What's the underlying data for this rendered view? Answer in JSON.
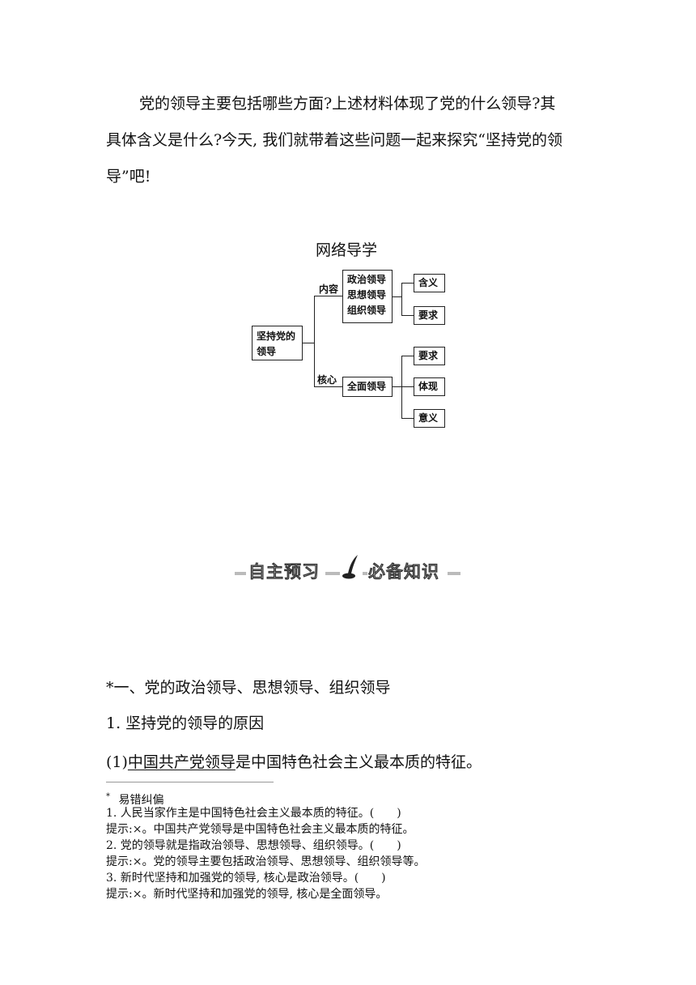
{
  "intro": {
    "line1": "党的领导主要包括哪些方面?上述材料体现了党的什么领导?其",
    "line2": "具体含义是什么?今天, 我们就带着这些问题一起来探究“坚持党的领",
    "line3": "导”吧!"
  },
  "diagram": {
    "title": "网络导学",
    "root": "坚持党的领导",
    "branch_top_label": "内容",
    "branch_bottom_label": "核心",
    "content_box": [
      "政治领导",
      "思想领导",
      "组织领导"
    ],
    "content_children": [
      "含义",
      "要求"
    ],
    "core_box": "全面领导",
    "core_children": [
      "要求",
      "体现",
      "意义"
    ]
  },
  "banner": {
    "left": "自主预习",
    "right": "必备知识"
  },
  "section": {
    "heading": "*一、党的政治领导、思想领导、组织领导",
    "subheading": "1. 坚持党的领导的原因",
    "item1_prefix": "(1)",
    "item1_underlined": "中国共产党领导",
    "item1_rest": "是中国特色社会主义最本质的特征。"
  },
  "footnote": {
    "marker": "*",
    "title": "易错纠偏",
    "lines": [
      "1. 人民当家作主是中国特色社会主义最本质的特征。(　　)",
      "提示:×。中国共产党领导是中国特色社会主义最本质的特征。",
      "2. 党的领导就是指政治领导、思想领导、组织领导。(　　)",
      "提示:×。党的领导主要包括政治领导、思想领导、组织领导等。",
      "3. 新时代坚持和加强党的领导, 核心是政治领导。(　　)",
      "提示:×。新时代坚持和加强党的领导, 核心是全面领导。"
    ]
  }
}
